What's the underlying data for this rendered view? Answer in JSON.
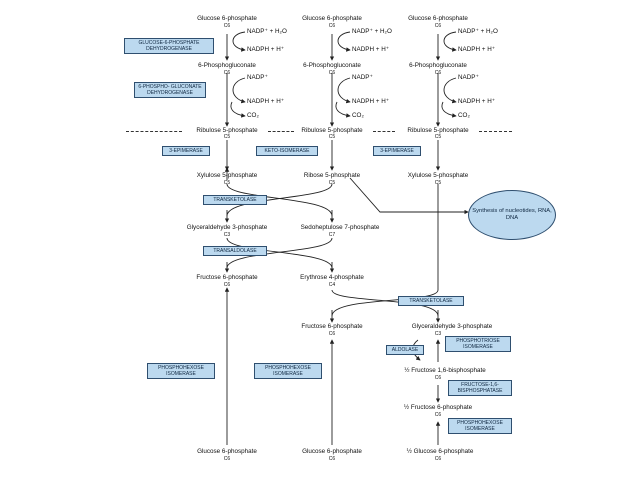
{
  "columns": {
    "glucose6p": "Glucose 6-phosphate",
    "c6": "C6",
    "nadp_h2o": "NADP⁺ + H₂O",
    "nadph_h": "NADPH + H⁺",
    "pgluconate": "6-Phosphogluconate",
    "nadp": "NADP⁺",
    "co2": "CO₂",
    "ribulose5p": "Ribulose 5-phosphate",
    "c5": "C5"
  },
  "enzymes": {
    "g6pdh": "GLUCOSE-6-PHOSPHATE DEHYDROGENASE",
    "pgdh": "6-PHOSPHO- GLUCONATE DEHYDROGENASE",
    "epimerase1": "3-EPIMERASE",
    "ketoisomerase": "KETO-ISOMERASE",
    "epimerase2": "3-EPIMERASE",
    "transketolase1": "TRANSKETOLASE",
    "transaldolase": "TRANSALDOLASE",
    "transketolase2": "TRANSKETOLASE",
    "phosphohexose1": "PHOSPHOHEXOSE ISOMERASE",
    "phosphohexose2": "PHOSPHOHEXOSE ISOMERASE",
    "aldolase": "ALDOLASE",
    "phosphotriose": "PHOSPHOTRIOSE ISOMERASE",
    "fbpase": "FRUCTOSE-1,6- BISPHOSPHATASE",
    "phosphohexose3": "PHOSPHOHEXOSE ISOMERASE"
  },
  "metabolites": {
    "xylulose5p_left": "Xylulose 5-phosphate",
    "ribose5p": "Ribose 5-phosphate",
    "xylulose5p_right": "Xylulose 5-phosphate",
    "gap_left": "Glyceraldehyde 3-phosphate",
    "c3": "C3",
    "sedoheptulose7p": "Sedoheptulose 7-phosphate",
    "c7": "C7",
    "fructose6p_left": "Fructose 6-phosphate",
    "erythrose4p": "Erythrose 4-phosphate",
    "c4": "C4",
    "fructose6p_mid": "Fructose 6-phosphate",
    "gap_right": "Glyceraldehyde 3-phosphate",
    "half_fbp": "½ Fructose 1,6-bisphosphate",
    "half_f6p": "½ Fructose 6-phosphate",
    "glucose6p_bottom_left": "Glucose 6-phosphate",
    "glucose6p_bottom_mid": "Glucose 6-phosphate",
    "half_g6p": "½ Glucose 6-phosphate",
    "synthesis": "Synthesis of nucleotides, RNA, DNA"
  }
}
